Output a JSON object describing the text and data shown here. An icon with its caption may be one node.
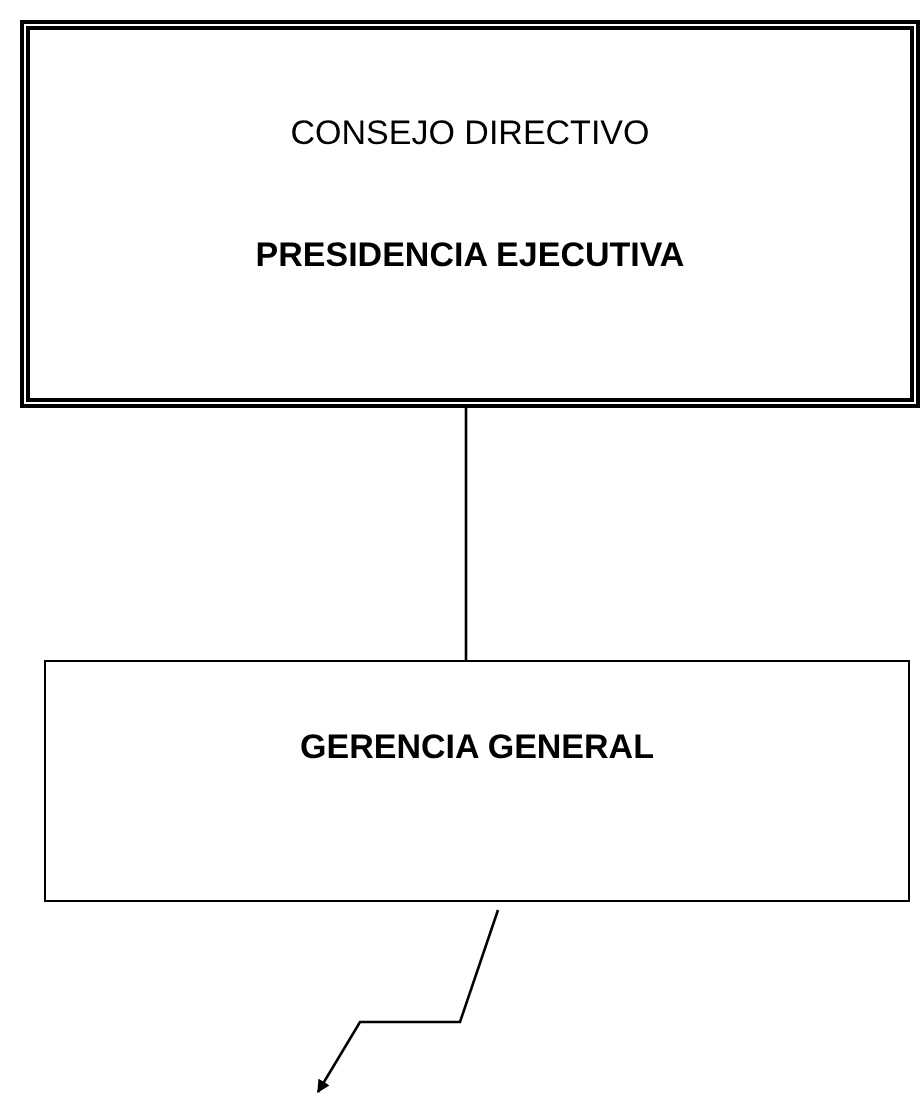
{
  "diagram": {
    "nodes": [
      {
        "text": [
          "CONSEJO DIRECTIVO",
          "PRESIDENCIA EJECUTIVA"
        ]
      },
      {
        "text": [
          "GERENCIA GENERAL"
        ]
      }
    ],
    "edges": [
      {
        "from": 0,
        "to": 1,
        "arrow": "none"
      },
      {
        "from": 1,
        "to": null,
        "arrow": "to"
      }
    ]
  }
}
